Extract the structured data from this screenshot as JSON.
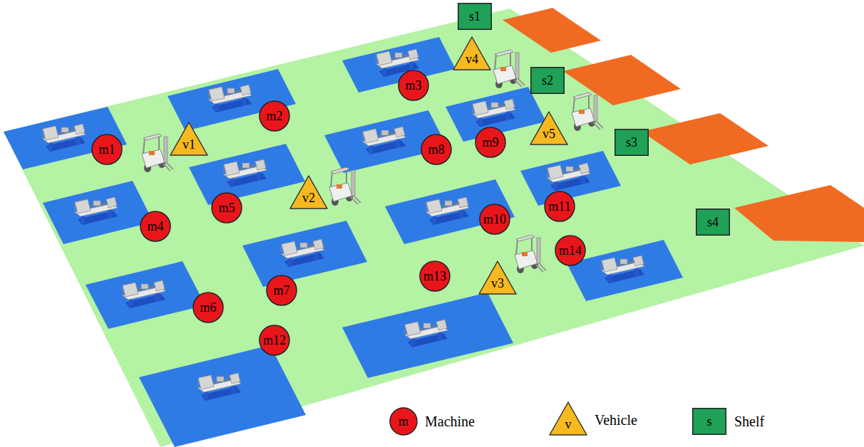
{
  "diagram": {
    "nodes": [
      {
        "text": [
          "m1"
        ]
      },
      {
        "text": [
          "m2"
        ]
      },
      {
        "text": [
          "m3"
        ]
      },
      {
        "text": [
          "m4"
        ]
      },
      {
        "text": [
          "m5"
        ]
      },
      {
        "text": [
          "m6"
        ]
      },
      {
        "text": [
          "m7"
        ]
      },
      {
        "text": [
          "m8"
        ]
      },
      {
        "text": [
          "m9"
        ]
      },
      {
        "text": [
          "m10"
        ]
      },
      {
        "text": [
          "m11"
        ]
      },
      {
        "text": [
          "m12"
        ]
      },
      {
        "text": [
          "m13"
        ]
      },
      {
        "text": [
          "m14"
        ]
      },
      {
        "text": [
          "v1"
        ]
      },
      {
        "text": [
          "v2"
        ]
      },
      {
        "text": [
          "v3"
        ]
      },
      {
        "text": [
          "v4"
        ]
      },
      {
        "text": [
          "v5"
        ]
      },
      {
        "text": [
          "s1"
        ]
      },
      {
        "text": [
          "s2"
        ]
      },
      {
        "text": [
          "s3"
        ]
      },
      {
        "text": [
          "s4"
        ]
      },
      {
        "text": [
          "m"
        ]
      },
      {
        "text": [
          "v"
        ]
      },
      {
        "text": [
          "s"
        ]
      }
    ],
    "legend": [
      {
        "text": "Machine"
      },
      {
        "text": "Vehicle"
      },
      {
        "text": "Shelf"
      }
    ]
  }
}
